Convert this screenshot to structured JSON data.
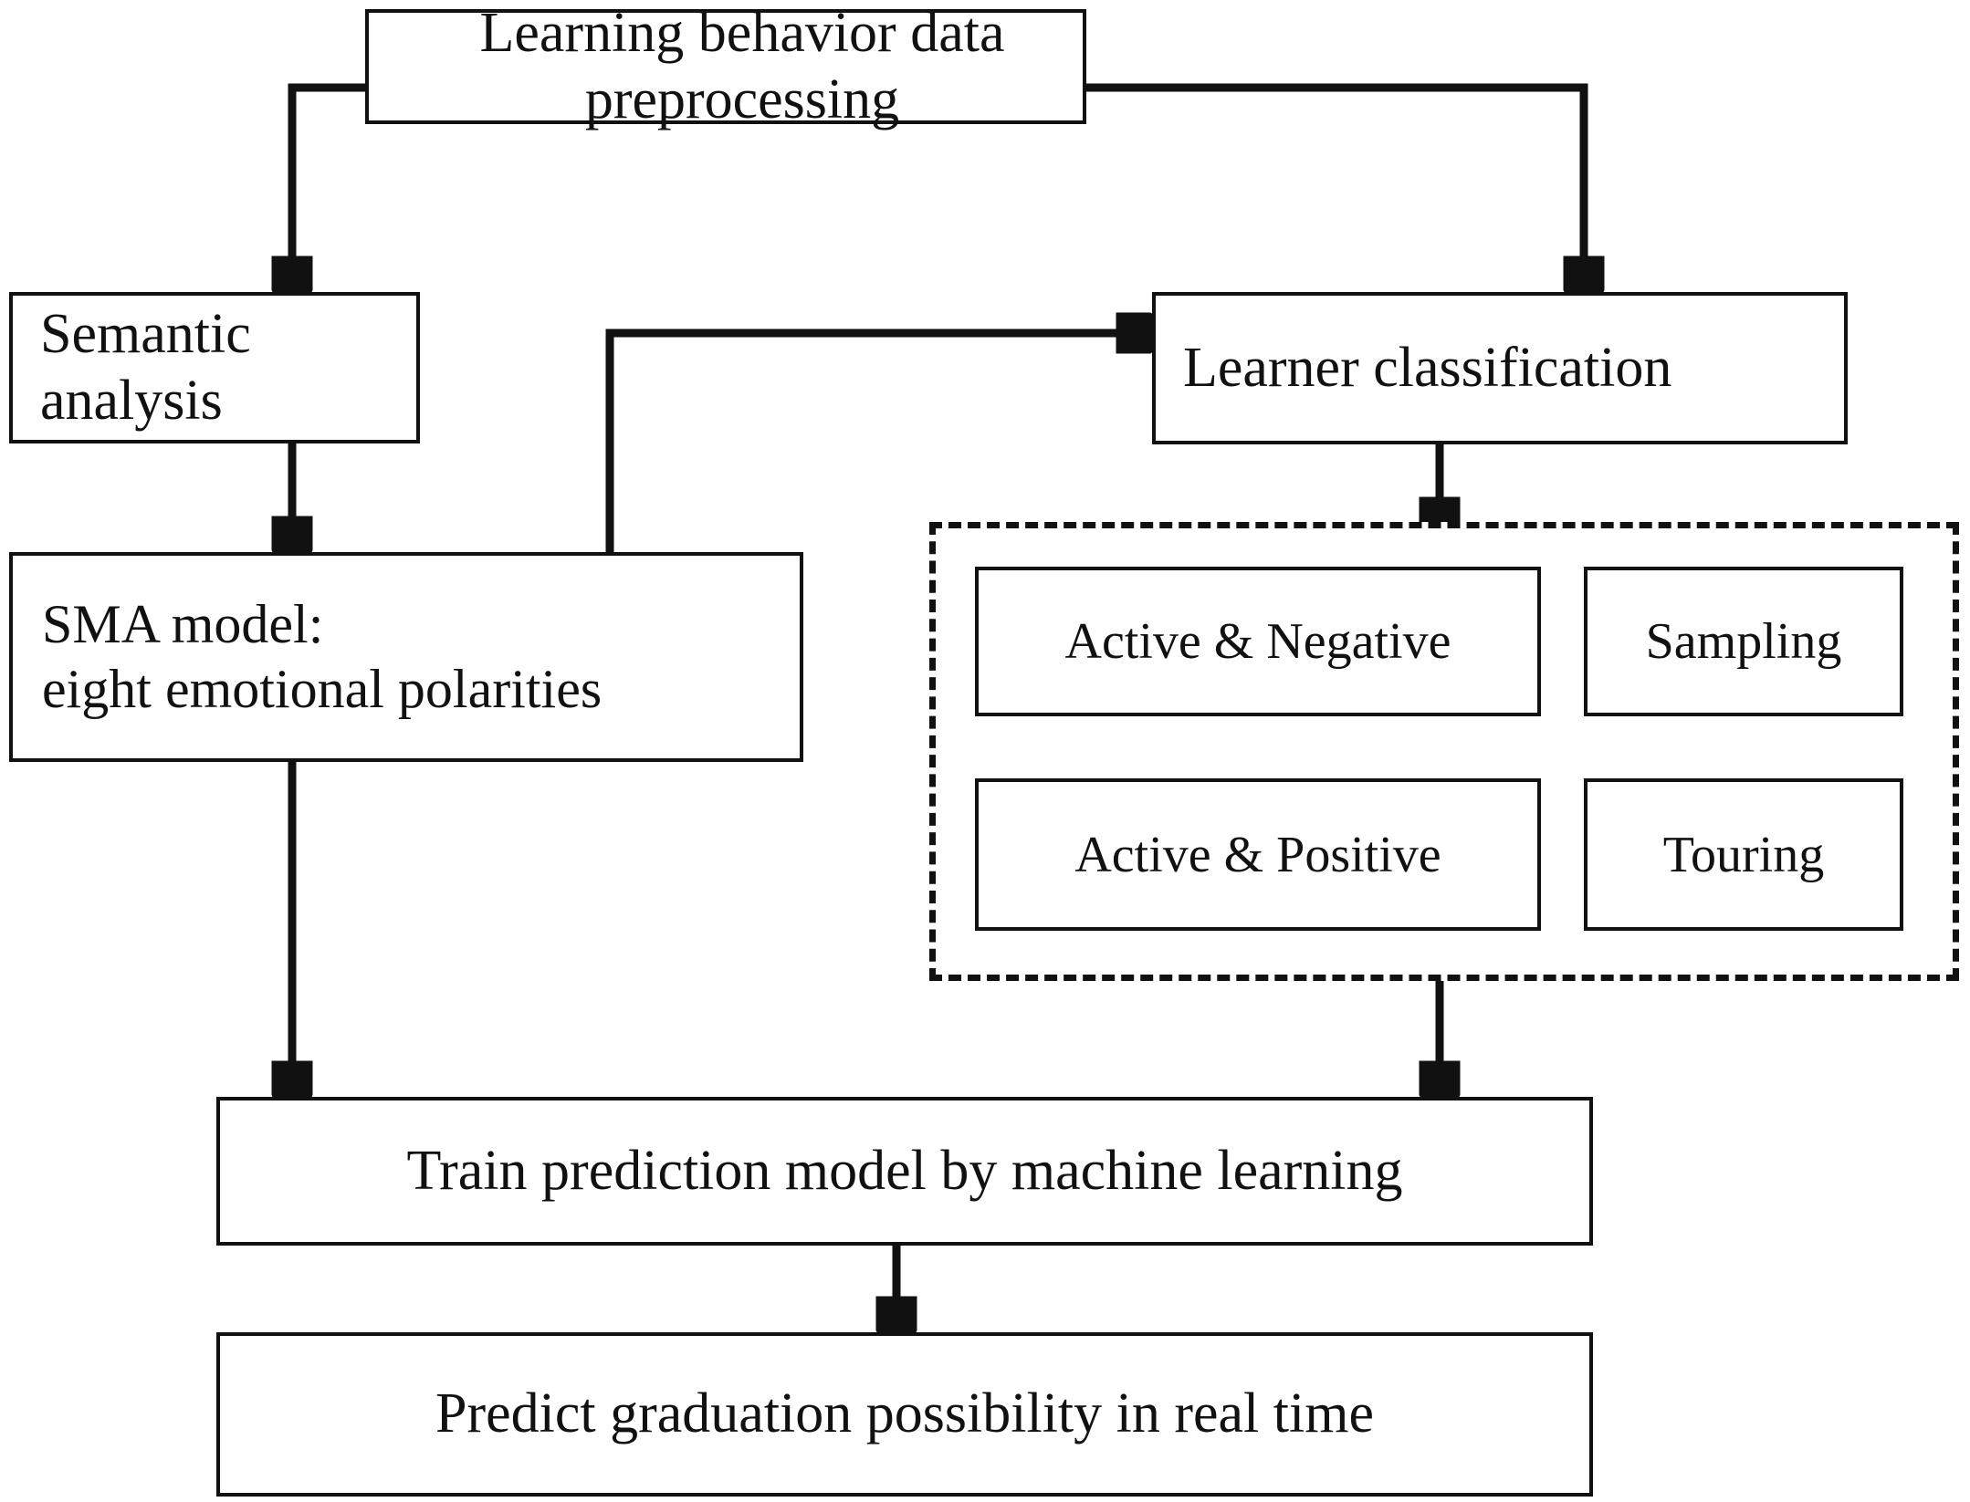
{
  "diagram": {
    "title": "Learning behavior analysis and graduation prediction flowchart",
    "nodes": {
      "preprocessing": "Learning behavior data preprocessing",
      "semantic_analysis": "Semantic analysis",
      "learner_classification": "Learner classification",
      "sma_model": "SMA model:\neight emotional polarities",
      "train_model": "Train prediction model by machine learning",
      "predict": "Predict graduation possibility in real time"
    },
    "learner_types": {
      "group_label": "learner-type-group",
      "items": [
        "Active & Negative",
        "Sampling",
        "Active & Positive",
        "Touring"
      ]
    },
    "style": {
      "stroke": "#111111",
      "fill": "#ffffff"
    }
  }
}
